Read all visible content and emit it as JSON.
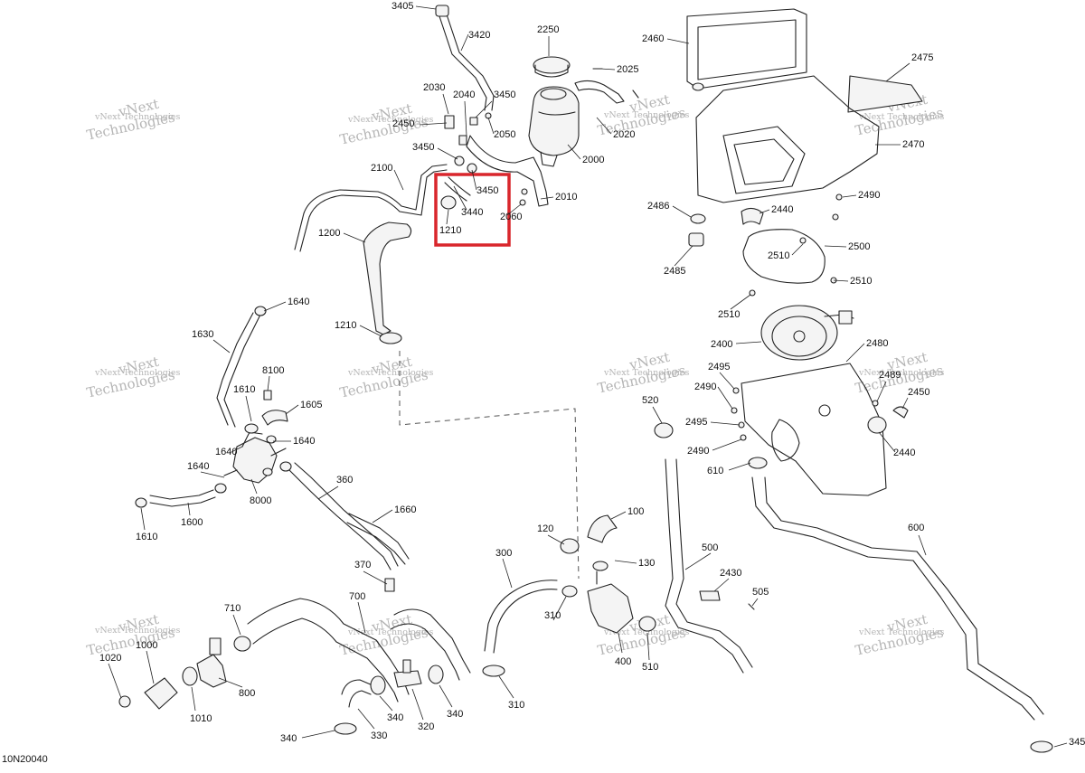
{
  "diagram": {
    "drawing_id": "10N20040",
    "highlight_color": "#d9262c",
    "watermark": {
      "line1": "vNext",
      "line2": "Technologies",
      "line3": "vNext Technologies"
    },
    "callouts": [
      "3405",
      "3420",
      "2250",
      "2025",
      "2460",
      "2475",
      "2030",
      "2040",
      "3450",
      "2450",
      "2050",
      "2020",
      "2470",
      "2000",
      "3450",
      "2100",
      "3450",
      "3440",
      "2060",
      "2010",
      "2490",
      "2486",
      "2440",
      "1210",
      "1200",
      "2500",
      "2510",
      "2485",
      "2510",
      "1640",
      "2510",
      "1210",
      "2400",
      "2480",
      "1630",
      "8100",
      "2495",
      "2489",
      "1610",
      "1605",
      "2490",
      "2450",
      "520",
      "2495",
      "1640",
      "1640",
      "2490",
      "2440",
      "1640",
      "360",
      "610",
      "8000",
      "1600",
      "1610",
      "1660",
      "100",
      "120",
      "600",
      "300",
      "500",
      "370",
      "130",
      "2430",
      "710",
      "700",
      "505",
      "1000",
      "310",
      "1020",
      "800",
      "400",
      "510",
      "310",
      "1010",
      "340",
      "340",
      "320",
      "340",
      "330",
      "345"
    ]
  }
}
